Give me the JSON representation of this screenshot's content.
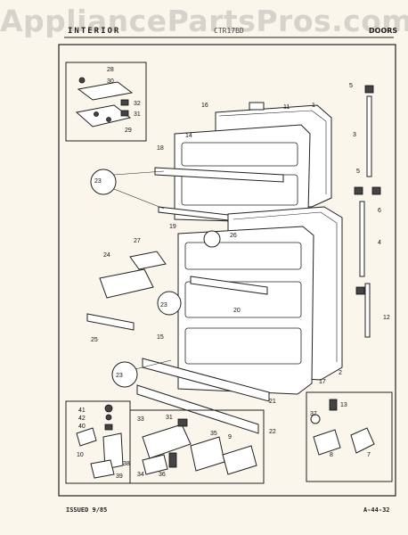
{
  "watermark": "AppliancePartsPros.com",
  "header": {
    "left": "INTERIOR",
    "middle": "CTR17BD",
    "right": "DOORS"
  },
  "footer": {
    "issued": "ISSUED 9/85",
    "code": "A-44-32"
  },
  "callouts": {
    "c1": "1",
    "c2": "2",
    "c3": "3",
    "c4": "4",
    "c5a": "5",
    "c5b": "5",
    "c6": "6",
    "c7": "7",
    "c8": "8",
    "c9": "9",
    "c10": "10",
    "c11": "11",
    "c12": "12",
    "c13": "13",
    "c14": "14",
    "c15": "15",
    "c16": "16",
    "c17": "17",
    "c18": "18",
    "c19": "19",
    "c20": "20",
    "c21": "21",
    "c22": "22",
    "c23a": "23",
    "c23b": "23",
    "c23c": "23",
    "c24": "24",
    "c25": "25",
    "c26": "26",
    "c27": "27",
    "c28": "28",
    "c29": "29",
    "c30": "30",
    "c31a": "31",
    "c31b": "31",
    "c32": "32",
    "c33": "33",
    "c34": "34",
    "c35": "35",
    "c36": "36",
    "c37": "37",
    "c38": "38",
    "c39": "39",
    "c40": "40",
    "c41": "41",
    "c42": "42"
  }
}
